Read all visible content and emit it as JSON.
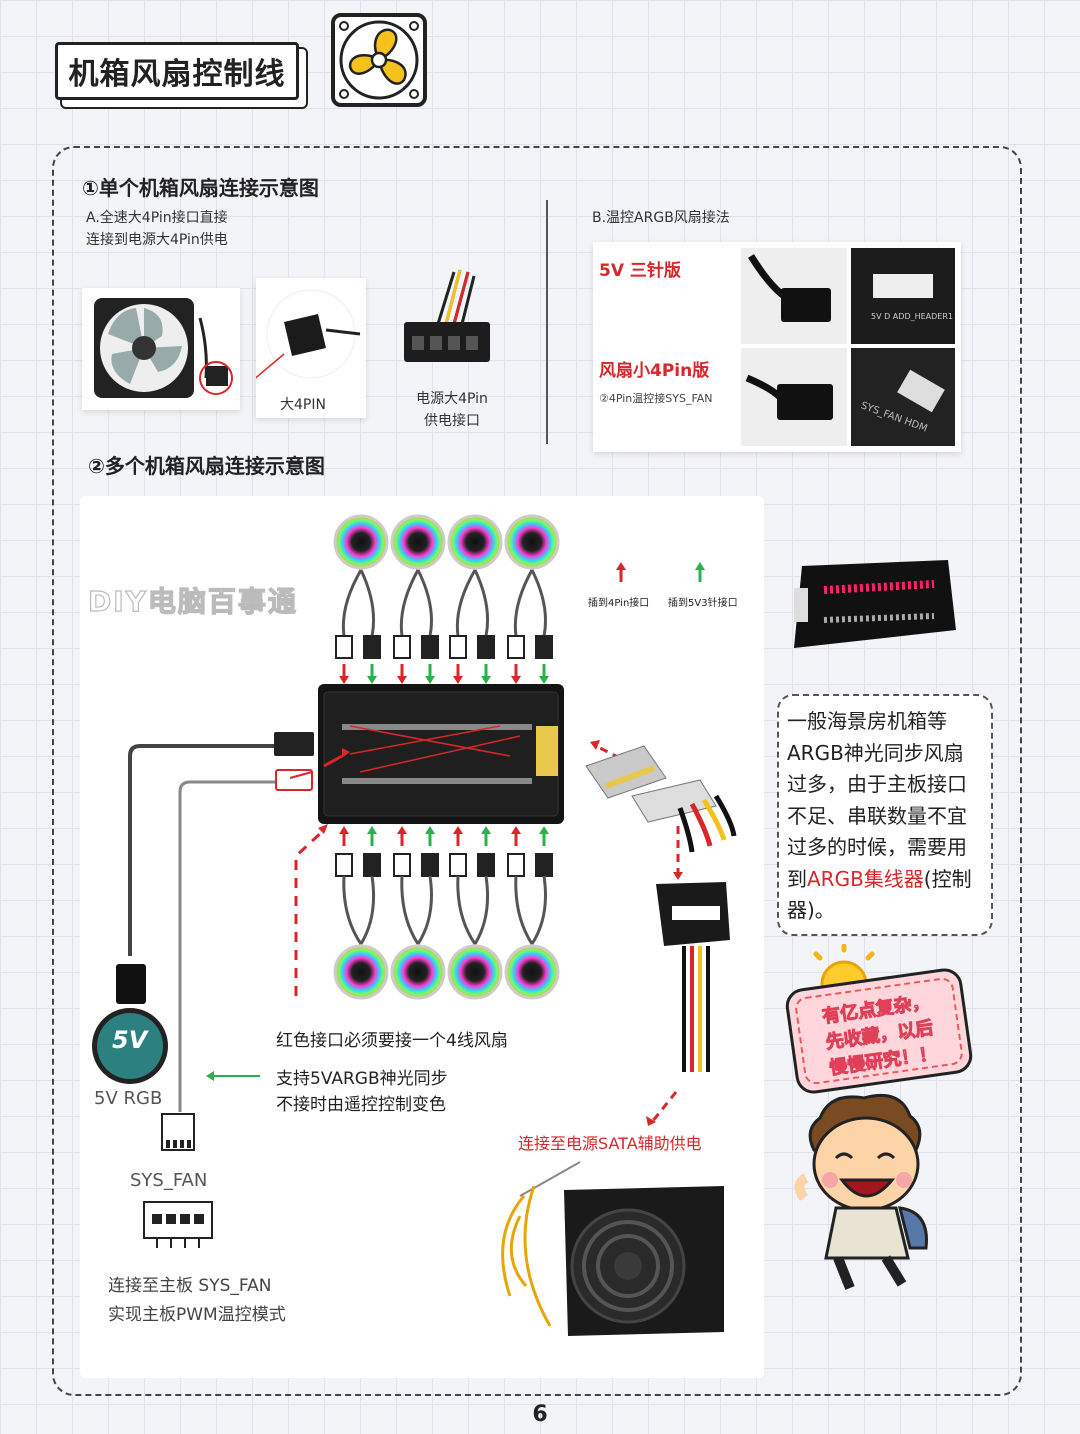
{
  "header": {
    "title": "机箱风扇控制线"
  },
  "section1": {
    "title": "①单个机箱风扇连接示意图",
    "a_desc_line1": "A.全速大4Pin接口直接",
    "a_desc_line2": "连接到电源大4Pin供电",
    "label_big4pin": "大4PIN",
    "label_psu_line1": "电源大4Pin",
    "label_psu_line2": "供电接口",
    "b_desc": "B.温控ARGB风扇接法",
    "b_5v": "5V 三针版",
    "b_fan4pin": "风扇小4Pin版",
    "b_sysfan": "②4Pin温控接SYS_FAN",
    "b_header1": "5V D ADD_HEADER1",
    "b_header2": "SYS_FAN HDM"
  },
  "section2": {
    "title": "②多个机箱风扇连接示意图",
    "watermark": "DIY电脑百事通",
    "legend_red": "插到4Pin接口",
    "legend_green": "插到5V3针接口",
    "note_red": "红色接口必须要接一个4线风扇",
    "note_sync_line1": "支持5VARGB神光同步",
    "note_sync_line2": "不接时由遥控控制变色",
    "label_5v": "5V",
    "label_5vrgb": "5V RGB",
    "label_sysfan": "SYS_FAN",
    "note_mb_line1": "连接至主板 SYS_FAN",
    "note_mb_line2": "实现主板PWM温控模式",
    "note_sata": "连接至电源SATA辅助供电"
  },
  "side_note": {
    "line1": "一般海景房机箱等",
    "line2": "ARGB神光同步风扇",
    "line3": "过多，由于主板接口",
    "line4": "不足、串联数量不宜",
    "line5": "过多的时候，需要用",
    "line6_pre": "到",
    "line6_red": "ARGB集线器",
    "line6_post": "(控制",
    "line7": "器)。"
  },
  "sticker": {
    "line1": "有亿点复杂，",
    "line2": "先收藏，以后",
    "line3": "慢慢研究！！"
  },
  "page_number": "6",
  "colors": {
    "arrow_red": "#d8262a",
    "arrow_green": "#2bb14b",
    "accent_yellow": "#f5c21b"
  }
}
